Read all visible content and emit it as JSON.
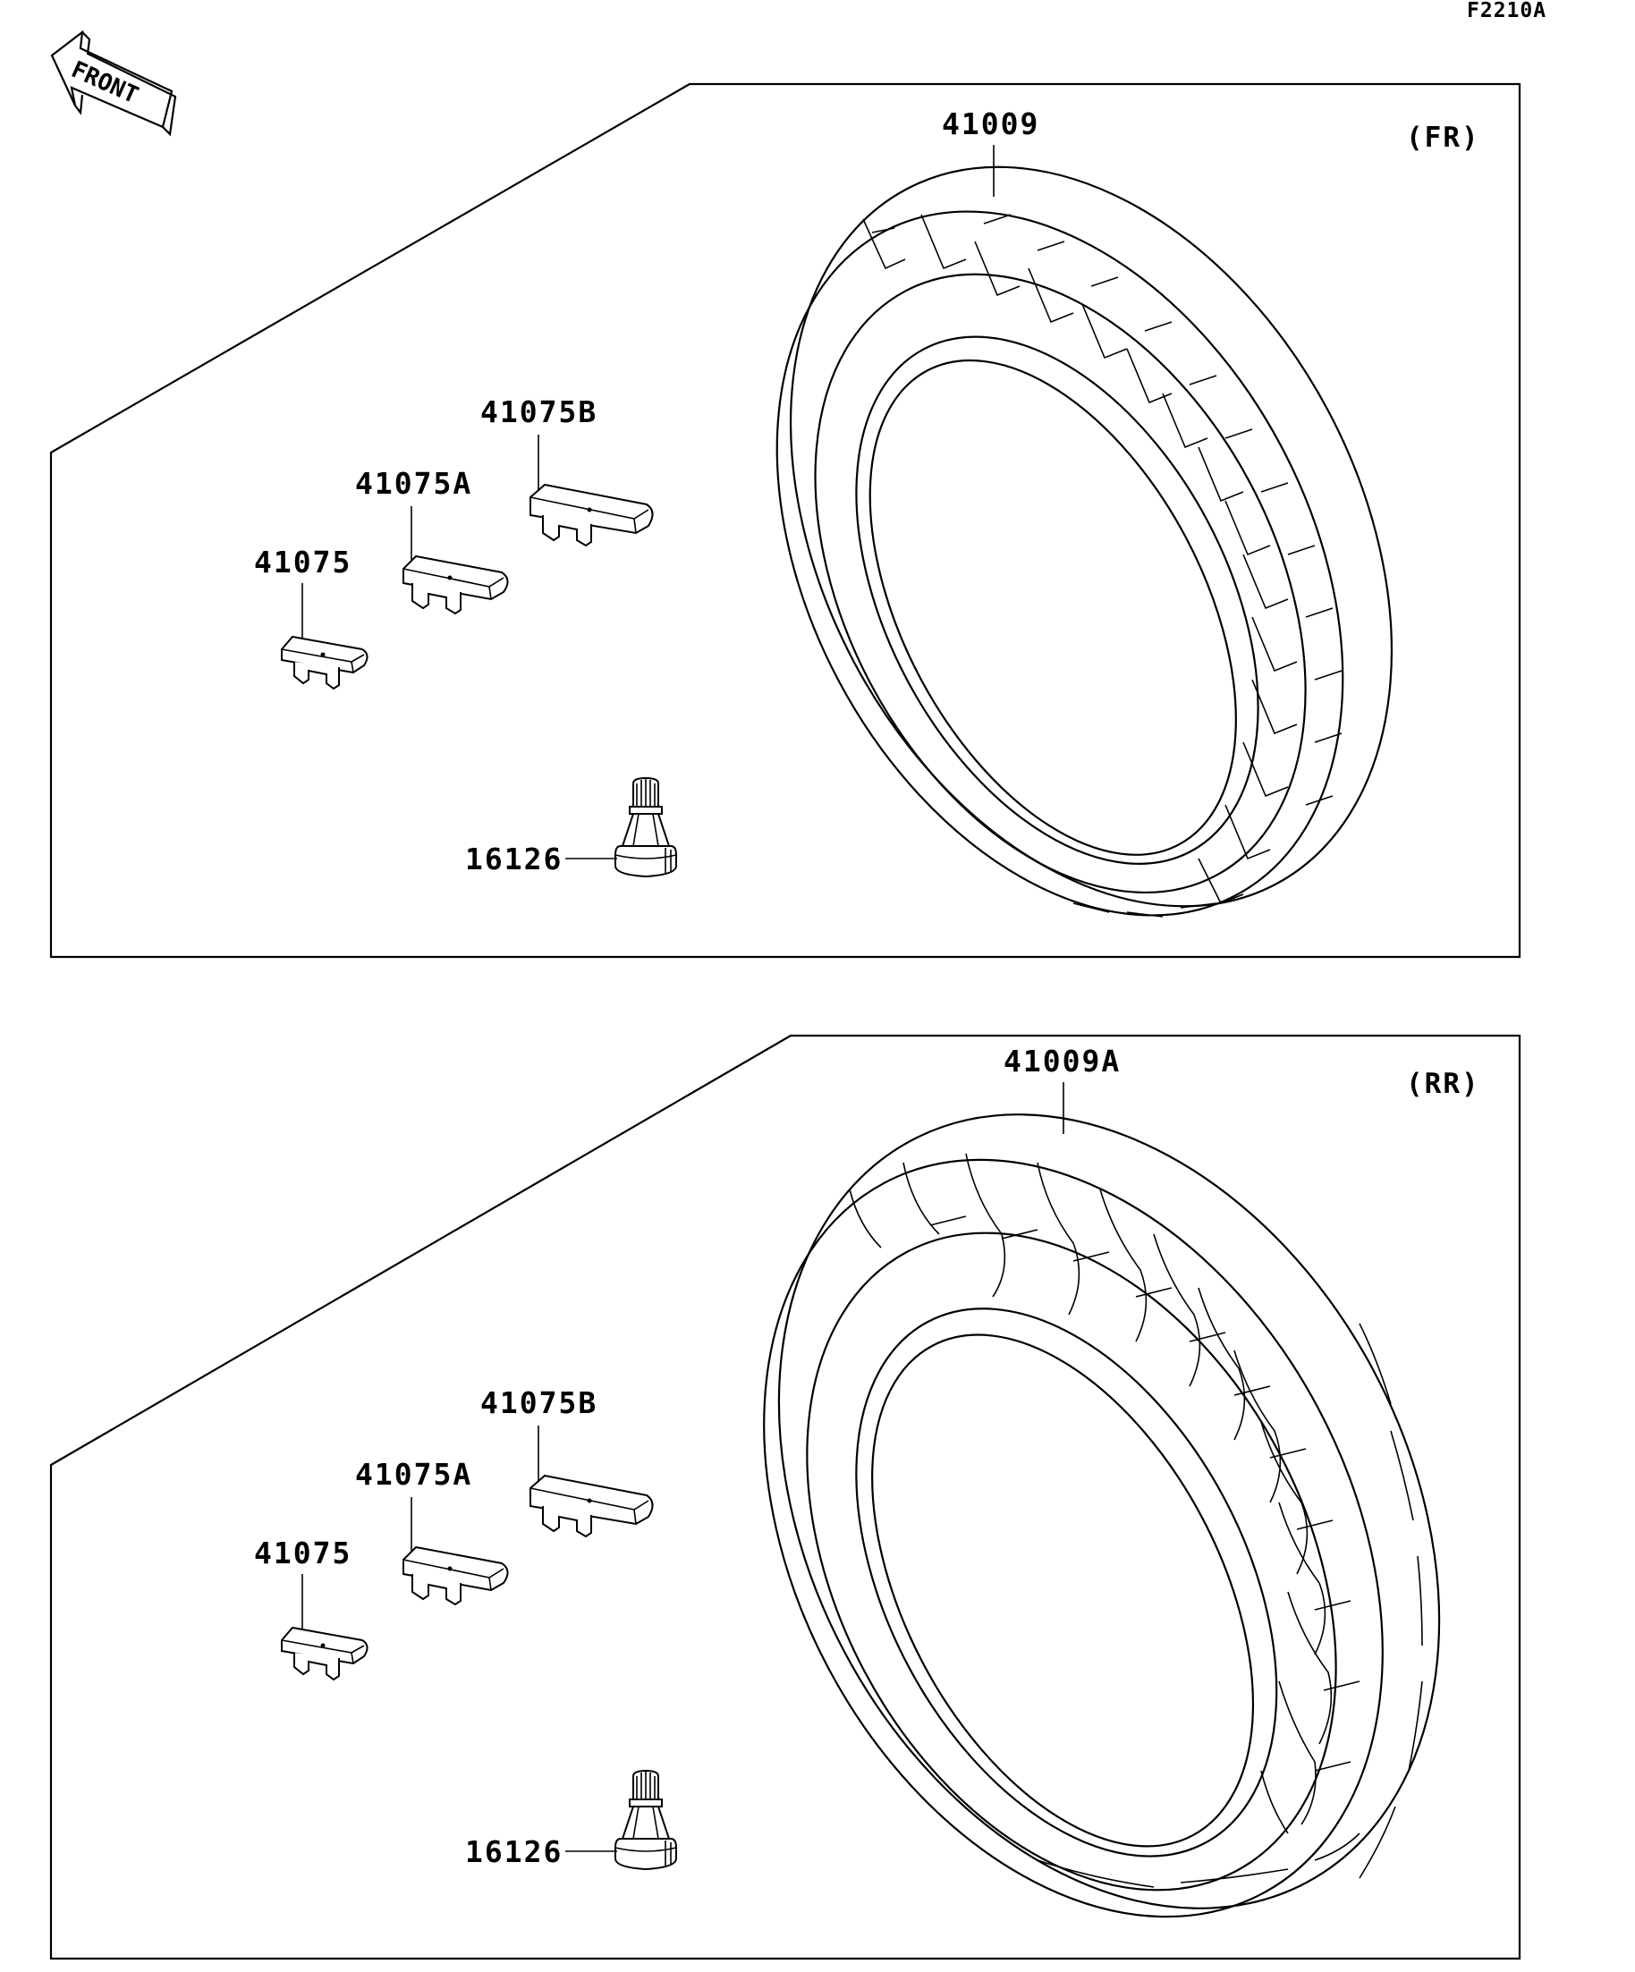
{
  "diagram_code": "F2210A",
  "front_arrow_label": "FRONT",
  "sections": [
    {
      "position": "(FR)",
      "tire_part": "41009",
      "weight_small": "41075",
      "weight_medium": "41075A",
      "weight_large": "41075B",
      "valve": "16126"
    },
    {
      "position": "(RR)",
      "tire_part": "41009A",
      "weight_small": "41075",
      "weight_medium": "41075A",
      "weight_large": "41075B",
      "valve": "16126"
    }
  ]
}
